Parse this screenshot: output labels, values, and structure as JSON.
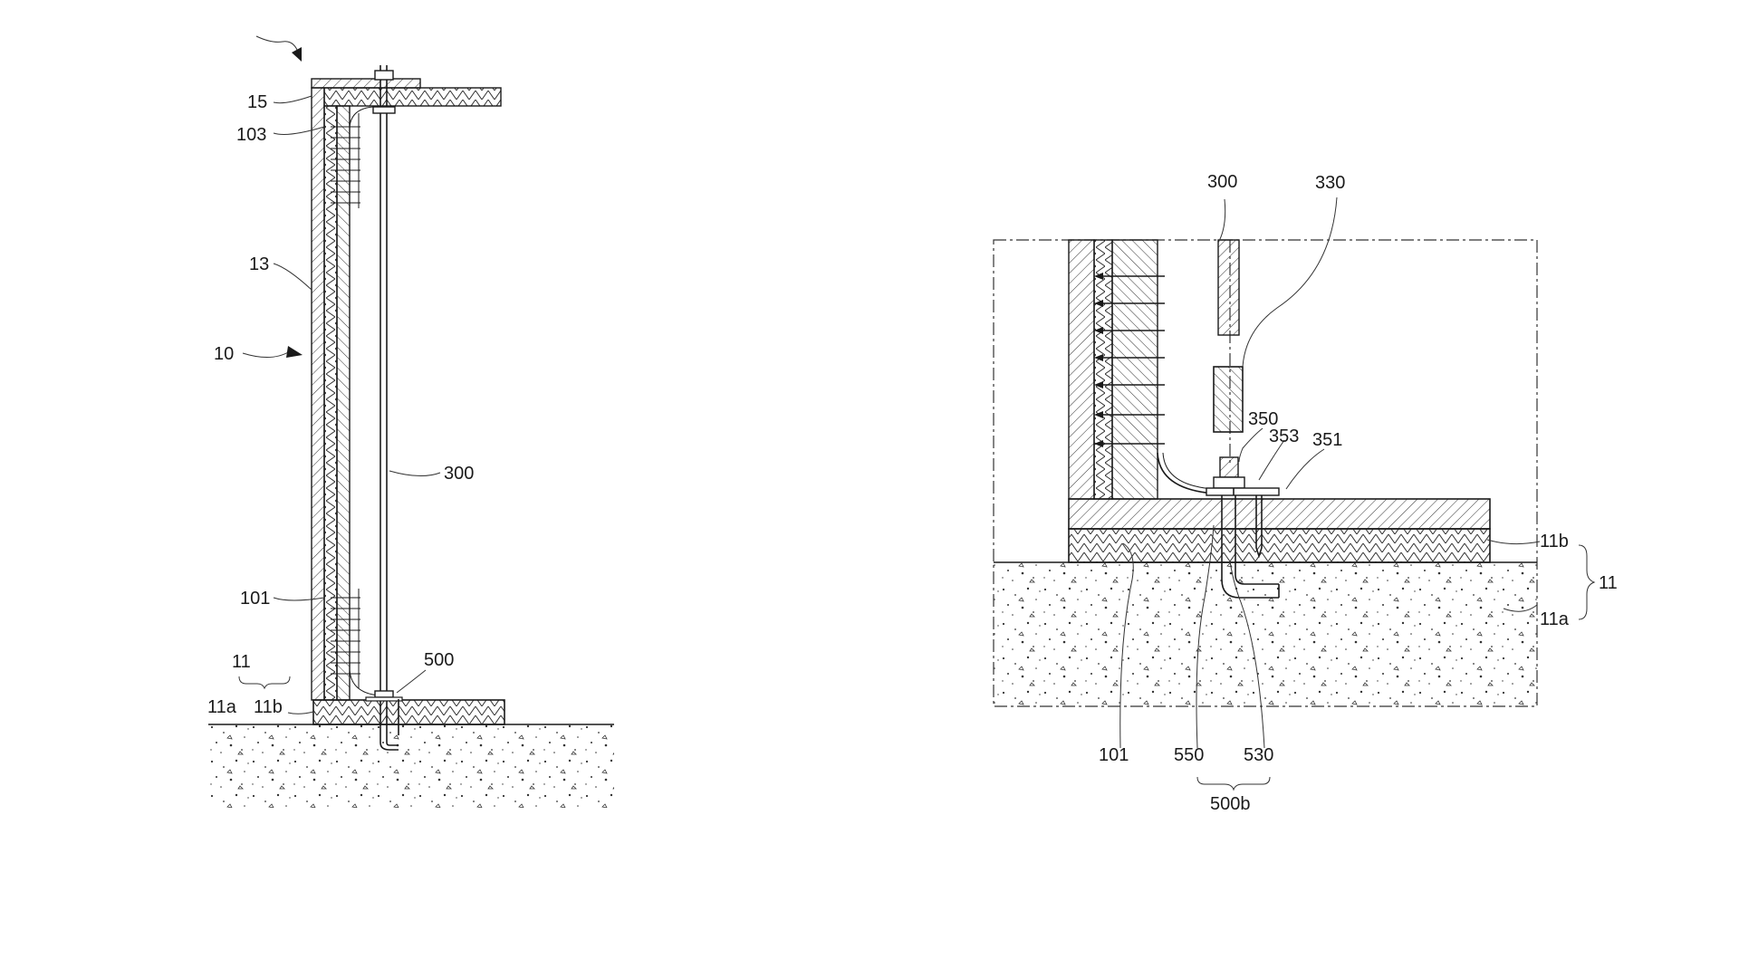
{
  "left_view": {
    "labels": {
      "l15": "15",
      "l103": "103",
      "l13": "13",
      "l10": "10",
      "l300": "300",
      "l101": "101",
      "l11": "11",
      "l11a": "11a",
      "l11b": "11b",
      "l500": "500"
    }
  },
  "right_view": {
    "labels": {
      "l300": "300",
      "l330": "330",
      "l350": "350",
      "l353": "353",
      "l351": "351",
      "l11b": "11b",
      "l11": "11",
      "l11a": "11a",
      "l101": "101",
      "l550": "550",
      "l530": "530",
      "l500b": "500b"
    }
  }
}
